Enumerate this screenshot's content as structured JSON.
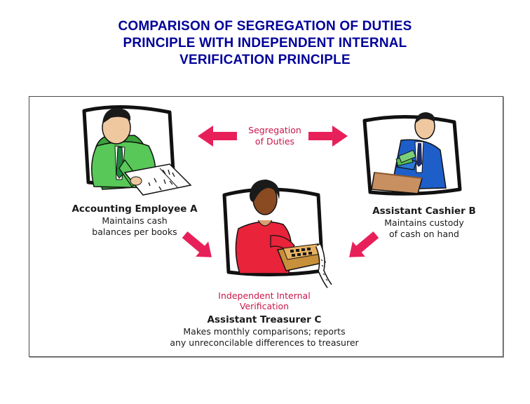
{
  "title": {
    "line1": "COMPARISON OF SEGREGATION OF DUTIES",
    "line2": "PRINCIPLE WITH INDEPENDENT INTERNAL",
    "line3": "VERIFICATION PRINCIPLE"
  },
  "diagram": {
    "center_top": {
      "line1": "Segregation",
      "line2": "of Duties"
    },
    "employee_a": {
      "name": "Accounting Employee A",
      "line1": "Maintains cash",
      "line2": "balances per books"
    },
    "employee_b": {
      "name": "Assistant Cashier B",
      "line1": "Maintains custody",
      "line2": "of cash on hand"
    },
    "center_bottom": {
      "line1": "Independent Internal",
      "line2": "Verification"
    },
    "employee_c": {
      "name": "Assistant Treasurer C",
      "line1": "Makes monthly comparisons; reports",
      "line2": "any unreconcilable differences to treasurer"
    }
  },
  "colors": {
    "title": "#000099",
    "arrow": "#e8205a",
    "accent_text": "#c8174b"
  }
}
